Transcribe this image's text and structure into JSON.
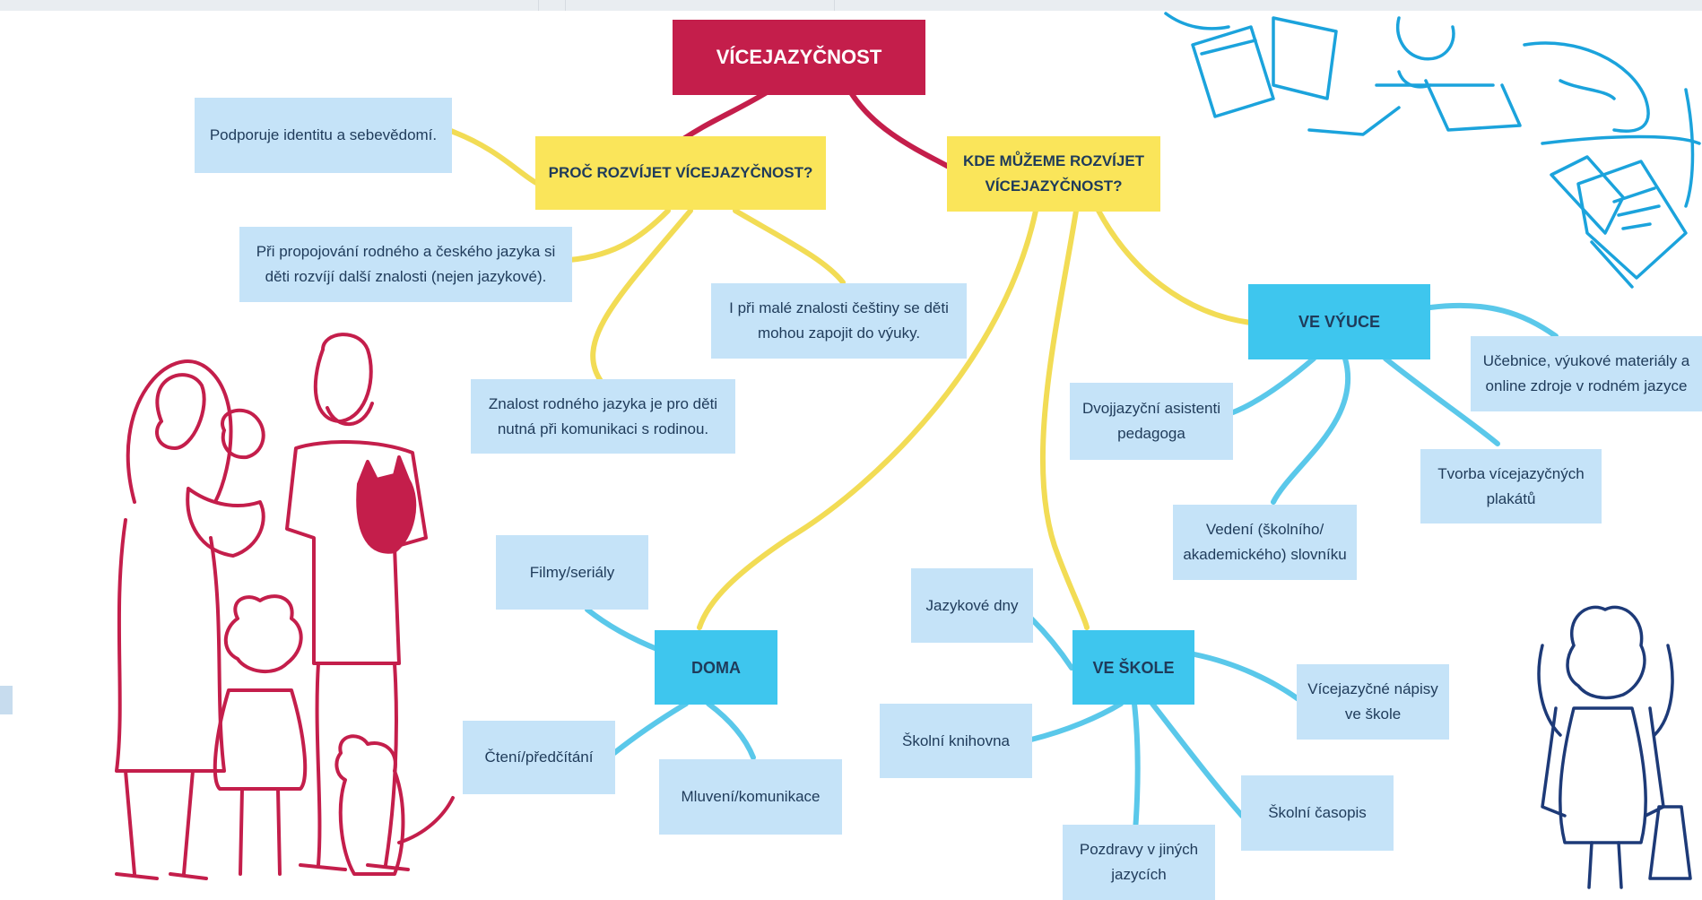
{
  "colors": {
    "root": "#c41e4b",
    "question": "#fae55a",
    "category": "#3ec6ee",
    "leaf": "#c5e3f8",
    "text": "#1f3b5a",
    "connector_root": "#c41e4b",
    "connector_yellow": "#f2dc55",
    "connector_blue": "#5ac8ea",
    "illustration_red": "#c41e4b",
    "illustration_blue": "#1ba3dc",
    "illustration_navy": "#1d3a78"
  },
  "diagram": {
    "root": "VÍCEJAZYČNOST",
    "why": {
      "title": "PROČ ROZVÍJET VÍCEJAZYČNOST?",
      "reasons": [
        "Podporuje identitu a sebevědomí.",
        "Při propojování rodného a českého jazyka si děti rozvíjí další znalosti (nejen jazykové).",
        "I při malé znalosti češtiny se děti mohou zapojit do výuky.",
        "Znalost rodného jazyka je pro děti nutná při komunikaci s rodinou."
      ]
    },
    "where": {
      "title": "KDE MŮŽEME ROZVÍJET VÍCEJAZYČNOST?",
      "teaching": {
        "title": "VE VÝUCE",
        "items": [
          "Učebnice, výukové materiály a online zdroje v rodném jazyce",
          "Dvojjazyční asistenti pedagoga",
          "Tvorba vícejazyčných plakátů",
          "Vedení (školního/ akademického) slovníku"
        ]
      },
      "home": {
        "title": "DOMA",
        "items": [
          "Filmy/seriály",
          "Čtení/předčítání",
          "Mluvení/komunikace"
        ]
      },
      "school": {
        "title": "VE ŠKOLE",
        "items": [
          "Jazykové dny",
          "Školní knihovna",
          "Vícejazyčné nápisy ve škole",
          "Školní časopis",
          "Pozdravy v jiných jazycích"
        ]
      }
    }
  },
  "illustrations": {
    "family": "family-illustration",
    "classroom": "classroom-illustration",
    "girl": "girl-with-backpack-illustration"
  }
}
